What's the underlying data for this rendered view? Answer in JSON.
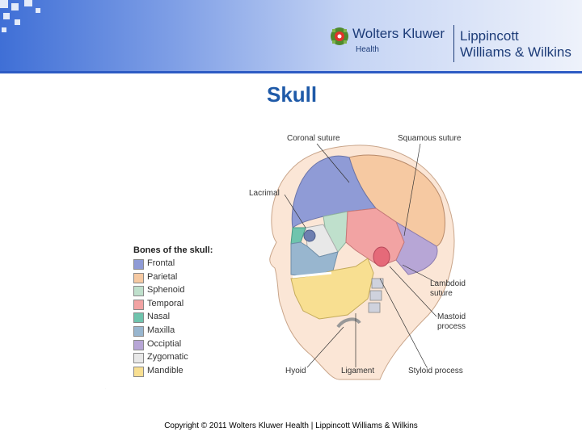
{
  "header": {
    "brand_primary": "Wolters Kluwer",
    "brand_primary_sub": "Health",
    "brand_secondary_line1": "Lippincott",
    "brand_secondary_line2": "Williams & Wilkins",
    "logo_icon": "wolters-kluwer-logo-icon",
    "colors": {
      "banner_start": "#3f6fd6",
      "banner_end": "#eef2fb",
      "brand_text": "#1d3c78",
      "title": "#1f5aa8"
    }
  },
  "slide": {
    "title": "Skull"
  },
  "legend": {
    "title": "Bones of the skull:",
    "items": [
      {
        "label": "Frontal",
        "color": "#8f9bd6"
      },
      {
        "label": "Parietal",
        "color": "#f6c9a2"
      },
      {
        "label": "Sphenoid",
        "color": "#bfe0cc"
      },
      {
        "label": "Temporal",
        "color": "#f2a3a3"
      },
      {
        "label": "Nasal",
        "color": "#6fc4ad"
      },
      {
        "label": "Maxilla",
        "color": "#98b6cf"
      },
      {
        "label": "Occiptial",
        "color": "#b7a6d6"
      },
      {
        "label": "Zygomatic",
        "color": "#e8e8e8"
      },
      {
        "label": "Mandible",
        "color": "#f8df91"
      }
    ]
  },
  "diagram_labels": {
    "coronal_suture": "Coronal suture",
    "squamous_suture": "Squamous suture",
    "lacrimal": "Lacrimal",
    "lambdoid_line1": "Lambdoid",
    "lambdoid_line2": "suture",
    "mastoid_line1": "Mastoid",
    "mastoid_line2": "process",
    "hyoid": "Hyoid",
    "ligament": "Ligament",
    "styloid": "Styloid process"
  },
  "footer": {
    "copyright": "Copyright © 2011 Wolters Kluwer Health | Lippincott Williams & Wilkins"
  }
}
